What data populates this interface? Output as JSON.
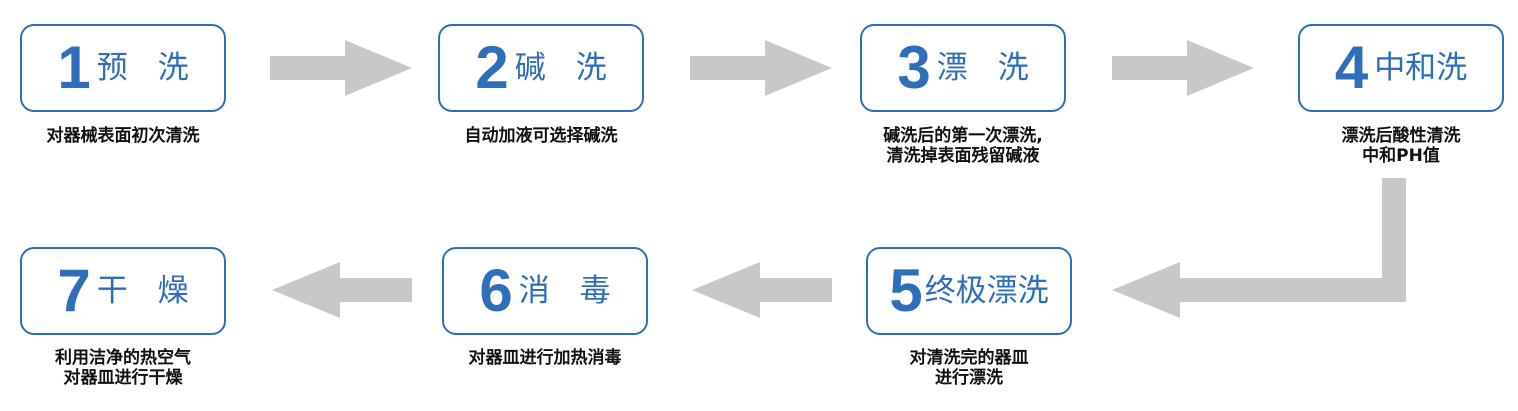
{
  "colors": {
    "accent": "#2f6fba",
    "arrow": "#c8c8c8",
    "text": "#111111"
  },
  "steps": [
    {
      "number": "1",
      "label": "预 洗",
      "desc": [
        "对器械表面初次清洗"
      ]
    },
    {
      "number": "2",
      "label": "碱 洗",
      "desc": [
        "自动加液可选择碱洗"
      ]
    },
    {
      "number": "3",
      "label": "漂 洗",
      "desc": [
        "碱洗后的第一次漂洗,",
        "清洗掉表面残留碱液"
      ]
    },
    {
      "number": "4",
      "label": "中和洗",
      "desc": [
        "漂洗后酸性清洗",
        "中和PH值"
      ]
    },
    {
      "number": "5",
      "label": "终极漂洗",
      "desc": [
        "对清洗完的器皿",
        "进行漂洗"
      ]
    },
    {
      "number": "6",
      "label": "消 毒",
      "desc": [
        "对器皿进行加热消毒"
      ]
    },
    {
      "number": "7",
      "label": "干 燥",
      "desc": [
        "利用洁净的热空气",
        "对器皿进行干燥"
      ]
    }
  ]
}
